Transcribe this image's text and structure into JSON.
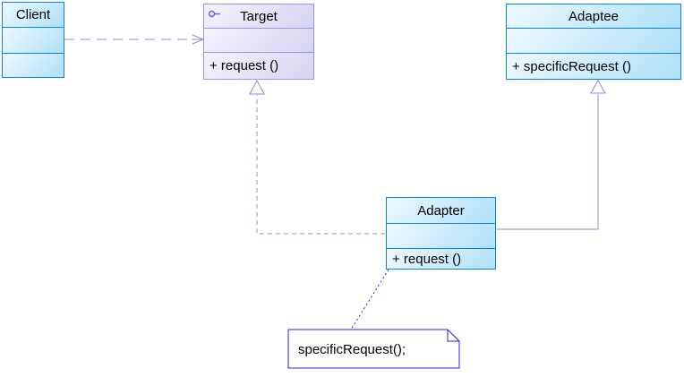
{
  "diagram": {
    "type": "uml-class-diagram",
    "pattern": "Adapter"
  },
  "classes": {
    "client": {
      "name": "Client"
    },
    "target": {
      "name": "Target",
      "operation": "+ request ()",
      "stereotype_icon": "interface-icon"
    },
    "adaptee": {
      "name": "Adaptee",
      "operation": "+ specificRequest ()"
    },
    "adapter": {
      "name": "Adapter",
      "operation": "+ request ()"
    }
  },
  "note": {
    "text": "specificRequest();"
  },
  "relationships": [
    {
      "from": "Client",
      "to": "Target",
      "type": "dependency",
      "line": "dashed-open-arrow"
    },
    {
      "from": "Adapter",
      "to": "Target",
      "type": "realization",
      "line": "dashed-hollow-triangle"
    },
    {
      "from": "Adapter",
      "to": "Adaptee",
      "type": "generalization",
      "line": "solid-hollow-triangle"
    },
    {
      "from": "Adapter",
      "to": "note",
      "type": "note-link",
      "line": "dotted"
    }
  ],
  "colors": {
    "class_border": "#0d84d8",
    "class_fill_light": "#eef9ff",
    "class_fill_dark": "#aee0f9",
    "interface_border": "#9c95db",
    "interface_fill_light": "#f4f3fd",
    "interface_fill_dark": "#d6d4f2",
    "connector": "#8c8cd8",
    "note_border": "#2626cf",
    "text": "#000000",
    "background": "#ffffff"
  }
}
